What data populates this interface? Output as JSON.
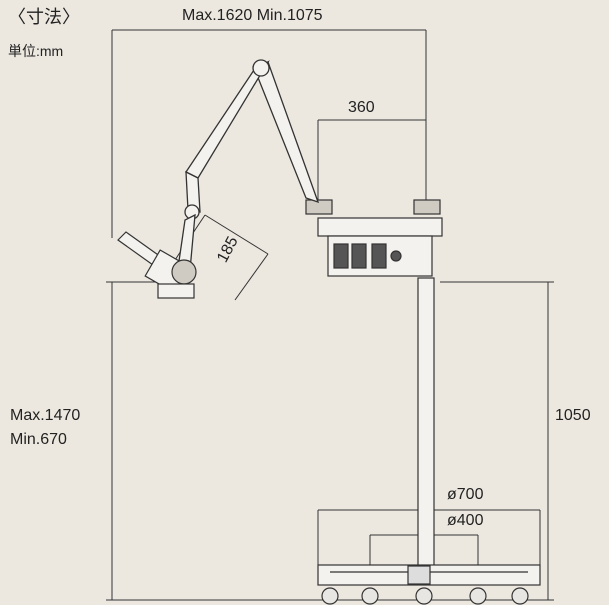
{
  "title": "〈寸法〉",
  "unit": "単位:mm",
  "dimensions": {
    "reach": "Max.1620  Min.1075",
    "head_width": "360",
    "head_angle": "185",
    "height_max": "Max.1470",
    "height_min": "Min.670",
    "stand_height": "1050",
    "base_outer": "ø700",
    "base_inner": "ø400"
  }
}
